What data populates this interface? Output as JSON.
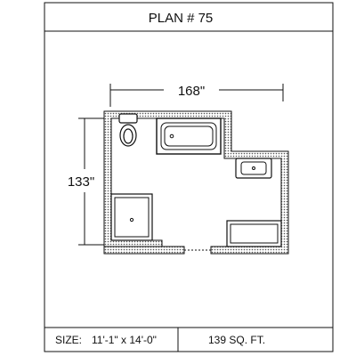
{
  "title": "PLAN # 75",
  "dimensions": {
    "width": "168\"",
    "depth": "133\""
  },
  "footer": {
    "size_label": "SIZE:",
    "size_value": "11'-1\" x 14'-0\"",
    "area": "139 SQ. FT."
  },
  "colors": {
    "line": "#111111",
    "wall_fill": "#bdbdbd",
    "background": "#ffffff"
  },
  "fixtures": [
    "toilet-icon",
    "bathtub-icon",
    "sink-icon",
    "shower-icon",
    "bench-icon"
  ]
}
